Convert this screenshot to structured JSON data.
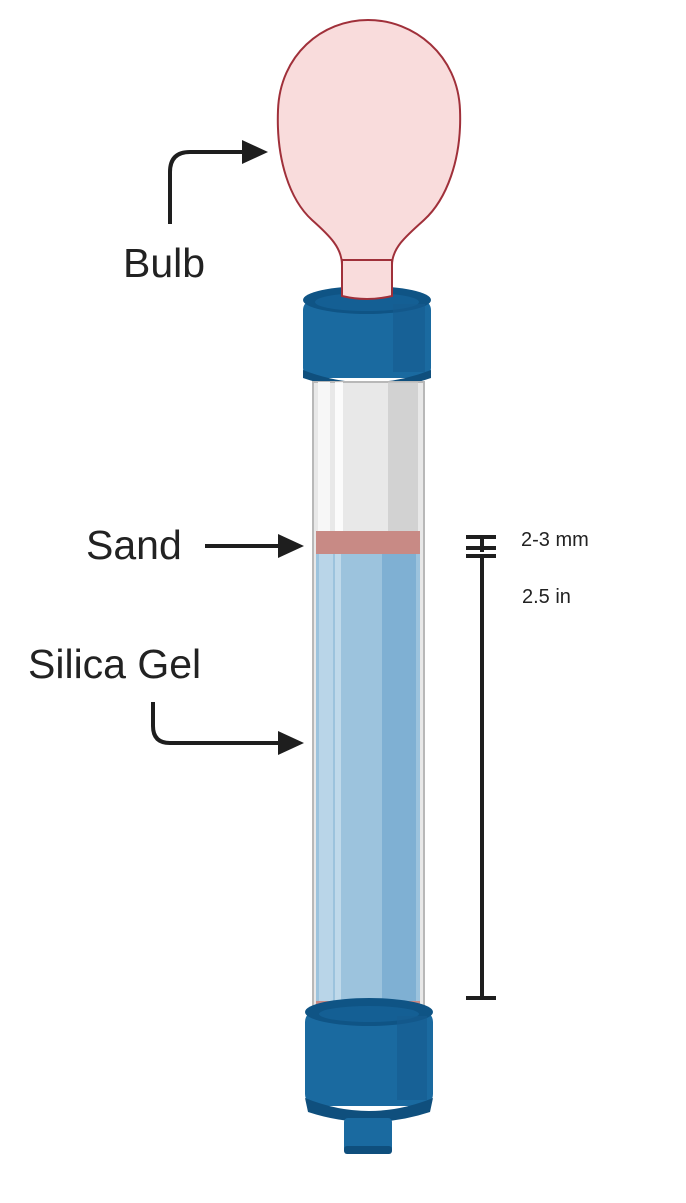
{
  "labels": {
    "bulb": "Bulb",
    "sand": "Sand",
    "silica_gel": "Silica Gel"
  },
  "measurements": {
    "sand_layer": "2-3 mm",
    "silica_height": "2.5 in"
  },
  "colors": {
    "bulb_fill": "#f9dcdc",
    "bulb_stroke": "#a0303a",
    "cap_blue": "#1a6aa0",
    "cap_blue_dark": "#0f5485",
    "sand": "#c88a85",
    "silica": "#9cc3dd",
    "glass": "#e6e6e6",
    "arrow": "#1e1e1e"
  }
}
